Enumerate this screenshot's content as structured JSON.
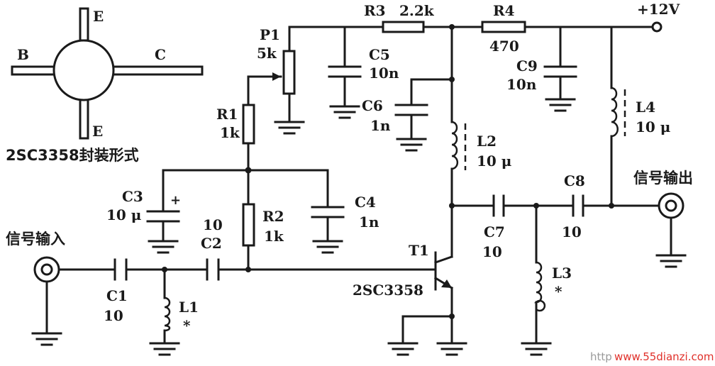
{
  "package": {
    "caption": "2SC3358封装形式",
    "pins": {
      "b": "B",
      "c": "C",
      "e_top": "E",
      "e_bottom": "E"
    }
  },
  "components": {
    "r1": {
      "ref": "R1",
      "value": "1k"
    },
    "r2": {
      "ref": "R2",
      "value": "1k"
    },
    "r3": {
      "ref": "R3",
      "value": "2.2k"
    },
    "r4": {
      "ref": "R4",
      "value": "470"
    },
    "p1": {
      "ref": "P1",
      "value": "5k"
    },
    "c1": {
      "ref": "C1",
      "value": "10"
    },
    "c2": {
      "ref": "C2",
      "value": "10"
    },
    "c3": {
      "ref": "C3",
      "value": "10 μ",
      "polarity": "+"
    },
    "c4": {
      "ref": "C4",
      "value": "1n"
    },
    "c5": {
      "ref": "C5",
      "value": "10n"
    },
    "c6": {
      "ref": "C6",
      "value": "1n"
    },
    "c7": {
      "ref": "C7",
      "value": "10"
    },
    "c8": {
      "ref": "C8",
      "value": "10"
    },
    "c9": {
      "ref": "C9",
      "value": "10n"
    },
    "l1": {
      "ref": "L1",
      "mark": "*"
    },
    "l2": {
      "ref": "L2",
      "value": "10 μ"
    },
    "l3": {
      "ref": "L3",
      "mark": "*"
    },
    "l4": {
      "ref": "L4",
      "value": "10 μ"
    },
    "t1": {
      "ref": "T1",
      "part": "2SC3358"
    }
  },
  "terminals": {
    "input": "信号输入",
    "output": "信号输出",
    "supply": "+12V"
  },
  "watermark": {
    "prefix": "http",
    "site": "www.55dianzi.com"
  },
  "colors": {
    "ink": "#1a1a1a",
    "watermark_red": "#e0302a",
    "watermark_gray": "#9a9a9a"
  }
}
